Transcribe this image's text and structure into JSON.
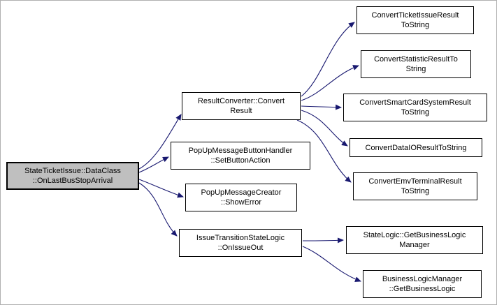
{
  "colors": {
    "edge": "#191970",
    "root_fill": "#bfbfbf",
    "node_fill": "#ffffff",
    "node_border": "#000000"
  },
  "nodes": {
    "root": {
      "line1": "StateTicketIssue::DataClass",
      "line2": "::OnLastBusStopArrival"
    },
    "convert_result": {
      "line1": "ResultConverter::Convert",
      "line2": "Result"
    },
    "set_button_action": {
      "line1": "PopUpMessageButtonHandler",
      "line2": "::SetButtonAction"
    },
    "show_error": {
      "line1": "PopUpMessageCreator",
      "line2": "::ShowError"
    },
    "on_issue_out": {
      "line1": "IssueTransitionStateLogic",
      "line2": "::OnIssueOut"
    },
    "ticket_issue": {
      "line1": "ConvertTicketIssueResult",
      "line2": "ToString"
    },
    "statistic": {
      "line1": "ConvertStatisticResultTo",
      "line2": "String"
    },
    "smart_card": {
      "line1": "ConvertSmartCardSystemResult",
      "line2": "ToString"
    },
    "data_io": {
      "line1": "ConvertDataIOResultToString"
    },
    "emv": {
      "line1": "ConvertEmvTerminalResult",
      "line2": "ToString"
    },
    "get_blm": {
      "line1": "StateLogic::GetBusinessLogic",
      "line2": "Manager"
    },
    "get_bl": {
      "line1": "BusinessLogicManager",
      "line2": "::GetBusinessLogic"
    }
  },
  "edges": [
    {
      "from": "root",
      "to": "convert_result"
    },
    {
      "from": "root",
      "to": "set_button_action"
    },
    {
      "from": "root",
      "to": "show_error"
    },
    {
      "from": "root",
      "to": "on_issue_out"
    },
    {
      "from": "convert_result",
      "to": "ticket_issue"
    },
    {
      "from": "convert_result",
      "to": "statistic"
    },
    {
      "from": "convert_result",
      "to": "smart_card"
    },
    {
      "from": "convert_result",
      "to": "data_io"
    },
    {
      "from": "convert_result",
      "to": "emv"
    },
    {
      "from": "on_issue_out",
      "to": "get_blm"
    },
    {
      "from": "on_issue_out",
      "to": "get_bl"
    }
  ]
}
